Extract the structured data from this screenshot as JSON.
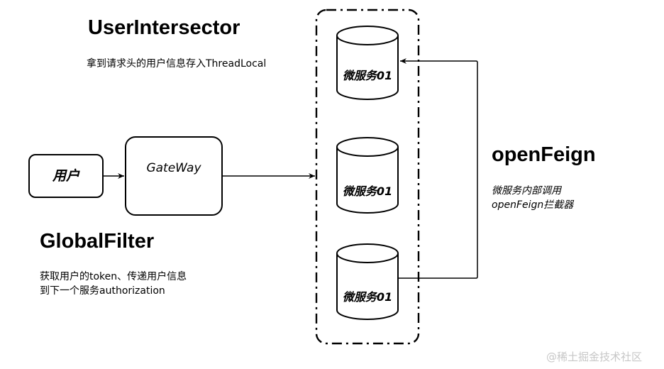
{
  "interceptor": {
    "title": "UserIntersector",
    "description": "拿到请求头的用户信息存入ThreadLocal"
  },
  "user_node": {
    "label": "用户"
  },
  "gateway_node": {
    "label": "GateWay"
  },
  "global_filter": {
    "title": "GlobalFilter",
    "description_lines": [
      "获取用户的token、传递用户信息",
      "到下一个服务authorization"
    ]
  },
  "microservices": [
    {
      "label": "微服务01"
    },
    {
      "label": "微服务01"
    },
    {
      "label": "微服务01"
    }
  ],
  "open_feign": {
    "title": "openFeign",
    "description_lines": [
      "微服务内部调用",
      "openFeign拦截器"
    ]
  },
  "watermark": "@稀土掘金技术社区",
  "colors": {
    "stroke": "#000000",
    "background": "#ffffff",
    "watermark": "#c7c7c7"
  }
}
